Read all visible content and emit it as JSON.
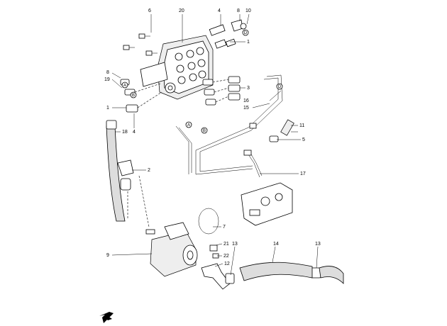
{
  "callouts": {
    "c1_top": "1",
    "c1_left": "1",
    "c2": "2",
    "c3": "3",
    "c4_top": "4",
    "c4_left": "4",
    "c5": "5",
    "c6": "6",
    "c7": "7",
    "c8_top": "8",
    "c8_left": "8",
    "c9": "9",
    "c10": "10",
    "c11": "11",
    "c12": "12",
    "c13_left": "13",
    "c13_right": "13",
    "c14": "14",
    "c15": "15",
    "c16": "16",
    "c17": "17",
    "c18": "18",
    "c19": "19",
    "c20": "20",
    "c21": "21",
    "c22": "22"
  },
  "connector_labels": {
    "a": "A",
    "b": "B",
    "d": "D"
  },
  "icons": {
    "direction": "front-direction-arrow-icon"
  }
}
